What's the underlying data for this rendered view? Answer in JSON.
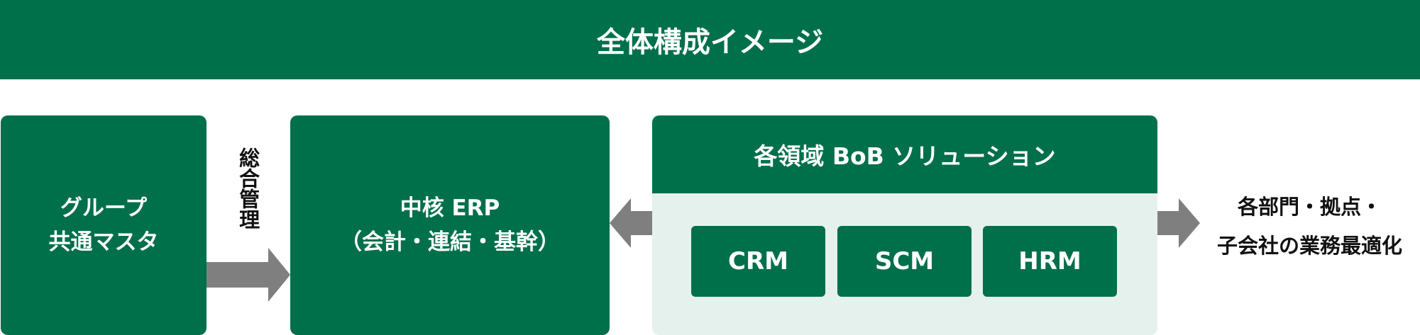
{
  "header": {
    "title": "全体構成イメージ"
  },
  "nodes": {
    "group_master": {
      "line1": "グループ",
      "line2": "共通マスタ"
    },
    "integrated_label": "総合管理",
    "core_erp": {
      "line1": "中核 ERP",
      "line2": "（会計・連結・基幹）"
    },
    "bob": {
      "title": "各領域 BoB ソリューション",
      "modules": [
        "CRM",
        "SCM",
        "HRM"
      ]
    },
    "result": {
      "line1": "各部門・拠点・",
      "line2": "子会社の業務最適化"
    }
  },
  "colors": {
    "primary": "#00704a",
    "panel": "#e5f1ed",
    "arrow": "#7f7f7f"
  }
}
